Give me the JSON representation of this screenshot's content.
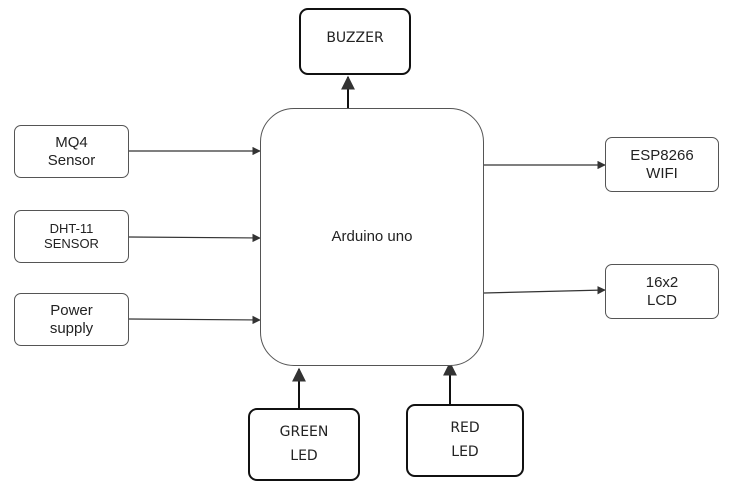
{
  "diagram": {
    "controller": {
      "label": "Arduino uno"
    },
    "inputs": [
      {
        "lines": [
          "MQ4",
          "Sensor"
        ]
      },
      {
        "lines": [
          "DHT-11",
          "SENSOR"
        ]
      },
      {
        "lines": [
          "Power",
          "supply"
        ]
      }
    ],
    "outputs": [
      {
        "lines": [
          "ESP8266",
          "WIFI"
        ]
      },
      {
        "lines": [
          "16x2",
          "LCD"
        ]
      }
    ],
    "buzzer": {
      "label": "BUZZER"
    },
    "green_led": {
      "lines": [
        "GREEN",
        "LED"
      ]
    },
    "red_led": {
      "lines": [
        "RED",
        "LED"
      ]
    },
    "colors": {
      "line": "#333333",
      "border": "#111111",
      "text": "#222222",
      "background": "#ffffff"
    }
  }
}
